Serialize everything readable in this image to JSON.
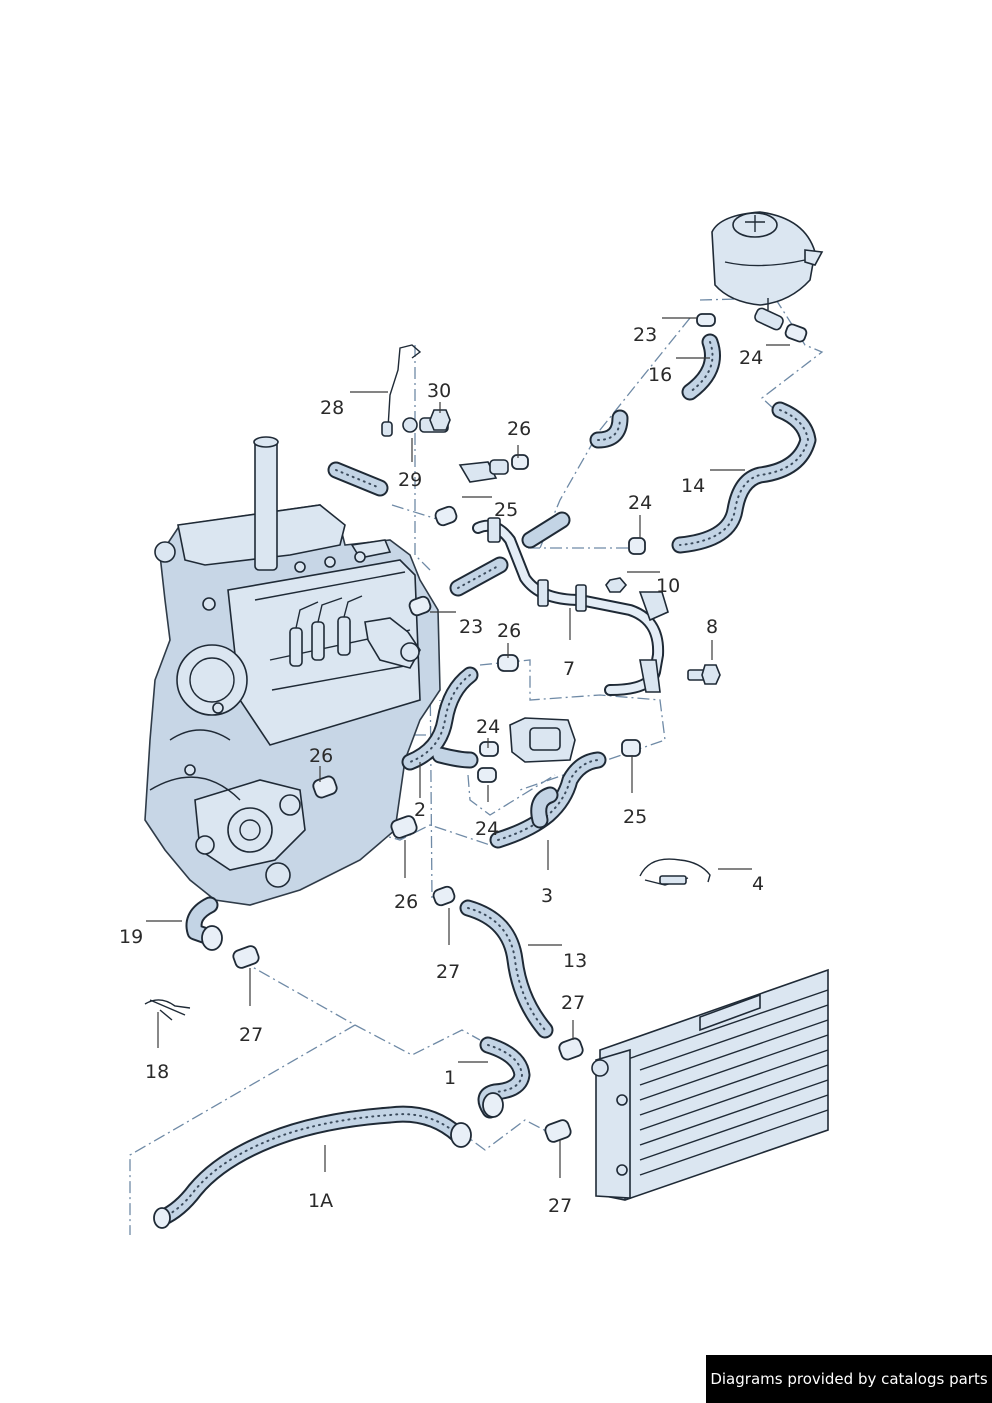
{
  "credit": "Diagrams provided by catalogs parts",
  "callouts": {
    "c1": "1",
    "c1A": "1A",
    "c2": "2",
    "c3": "3",
    "c4": "4",
    "c7": "7",
    "c8": "8",
    "c10": "10",
    "c13": "13",
    "c14": "14",
    "c16": "16",
    "c18": "18",
    "c19": "19",
    "c23a": "23",
    "c23b": "23",
    "c24a": "24",
    "c24b": "24",
    "c24c": "24",
    "c24d": "24",
    "c25a": "25",
    "c25b": "25",
    "c26a": "26",
    "c26b": "26",
    "c26c": "26",
    "c26d": "26",
    "c27a": "27",
    "c27b": "27",
    "c27c": "27",
    "c27d": "27",
    "c28": "28",
    "c29": "29",
    "c30": "30"
  },
  "colors": {
    "engine_fill": "#c7d6e6",
    "part_fill": "#dbe6f1",
    "outline": "#1f2a36",
    "dash_line": "#6f8aa6",
    "credit_bg": "#000000",
    "credit_text": "#ffffff"
  }
}
